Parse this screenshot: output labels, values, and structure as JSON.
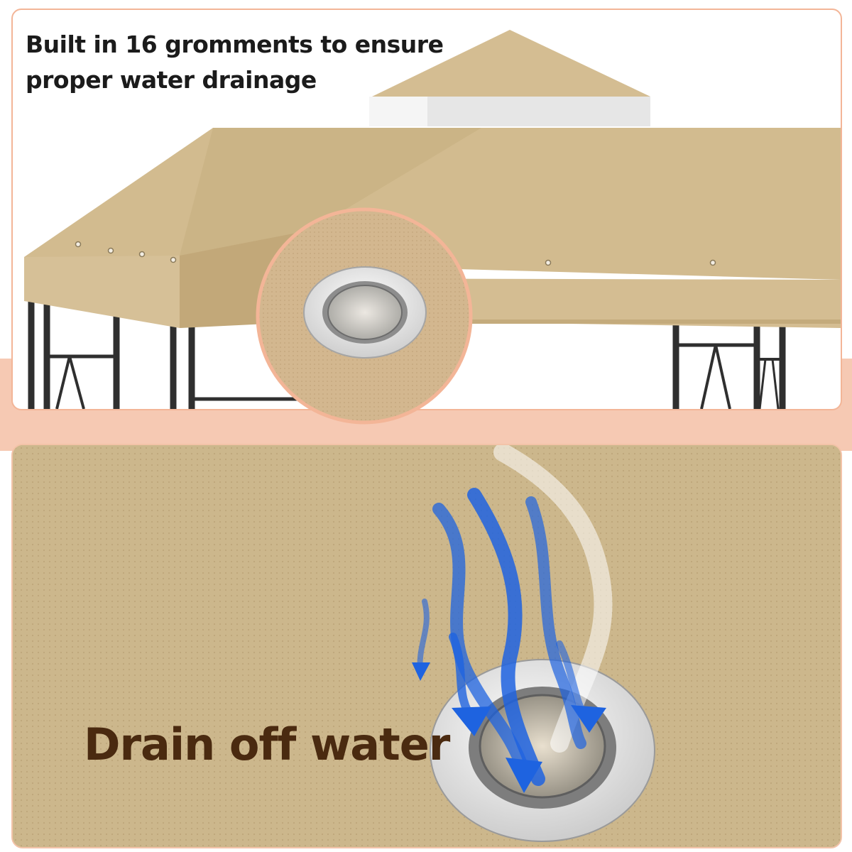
{
  "top_panel": {
    "headline_line1": "Built in 16 gromments to ensure",
    "headline_line2": "proper water drainage"
  },
  "bottom_panel": {
    "caption": "Drain off water"
  },
  "colors": {
    "canopy": "#d4bd92",
    "canopy_dark": "#c4ab7c",
    "frame": "#2f2f2f",
    "accent_border": "#f3b597",
    "band": "#f6c9b3",
    "water": "#1e63e0",
    "caption_text": "#4a2a10"
  },
  "icons": [
    "grommet-icon",
    "water-arrow-icon"
  ]
}
